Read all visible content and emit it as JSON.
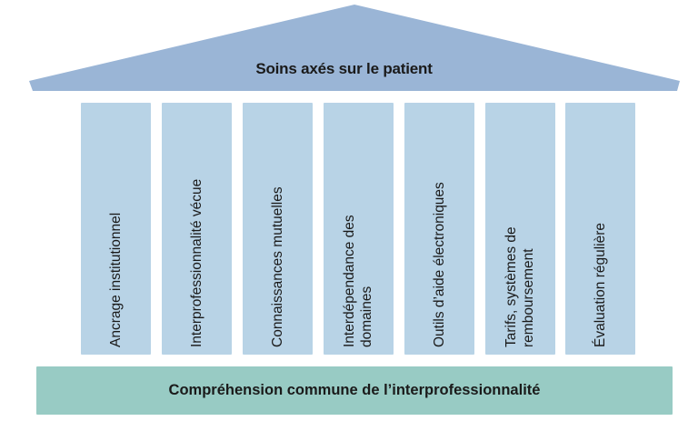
{
  "diagram": {
    "type": "temple",
    "roof": {
      "label": "Soins axés sur le patient",
      "color": "#9ab5d6"
    },
    "pillars": [
      {
        "lines": [
          "Ancrage institutionnel"
        ]
      },
      {
        "lines": [
          "Interprofessionnalité vécue"
        ]
      },
      {
        "lines": [
          "Connaissances mutuelles"
        ]
      },
      {
        "lines": [
          "Interdépendance des",
          "domaines"
        ]
      },
      {
        "lines": [
          "Outils d’aide électroniques"
        ]
      },
      {
        "lines": [
          "Tarifs, systèmes de",
          "remboursement"
        ]
      },
      {
        "lines": [
          "Évaluation régulière"
        ]
      }
    ],
    "pillar_color": "#b8d3e6",
    "base": {
      "label": "Compréhension commune de l’interprofessionnalité",
      "color": "#98cbc4"
    }
  }
}
